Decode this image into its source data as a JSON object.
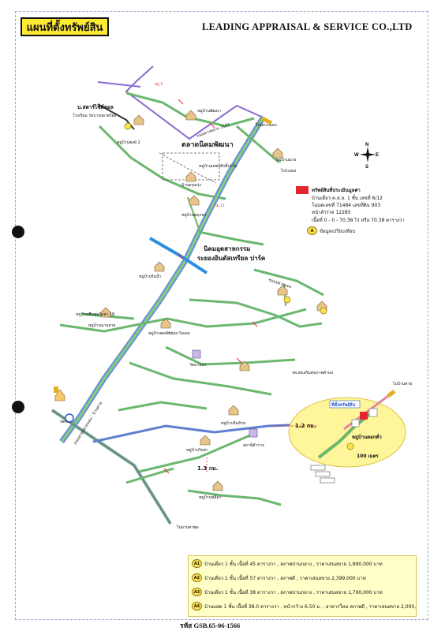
{
  "header": {
    "title_badge": "แผนที่ตั้งทรัพย์สิน",
    "company": "LEADING APPRAISAL & SERVICE CO.,LTD"
  },
  "legend": {
    "title": "ทรัพย์สินที่ประเมินมูลค่า",
    "line1": "บ้านเดี่ยว ค.ส.ล. 1 ชั้น เลขที่ 6/12",
    "line2": "โฉนดเลขที่ 71484  เลขที่ดิน 903",
    "line3": "หน้าสำรวจ 12285",
    "line4": "เนื้อที่ 0 - 0 - 70.38 ไร่ หรือ 70.38 ตารางวา",
    "comparable": "ข้อมูลเปรียบเทียบ",
    "colors": {
      "subject": "#e3262e",
      "badge": "#ffe14a"
    }
  },
  "compass": {
    "n": "N",
    "s": "S",
    "e": "E",
    "w": "W"
  },
  "labels": {
    "company_tl": "บ.สตาร์ไซต์ลอล",
    "factory": "โรงเรียน วัดบางปลาสร้อย",
    "market": "ตลาดนิคมพัฒนา",
    "industrial": "นิคมอุตสาหกรรม",
    "industrial2": "ระยองอินดัสเทรียล ปาร์ค",
    "village1": "หมู่บ้านพัฒนา",
    "village2": "หมู่บ้านพงษ์ 2",
    "village3": "หมู่บ้านชื่นชมวิลล่า 18",
    "village4": "หมู่บ้านนามสวย",
    "village5": "หมู่บ้านพงษ์พัฒนาวิลเลจ",
    "village6": "หมู่บ้านเพชรศักดิ์ปาร์ค",
    "village7": "บ้านอรุณรุ่ง",
    "village8": "หมู่บ้านพฤกษา",
    "village9": "หมู่บ้านริมน้ำ",
    "village10": "หมู่บ้านนาย",
    "village11": "หมู่บ้านริมห้วย",
    "village12": "หมู่บ้านวิลล่า",
    "village13": "หมู่บ้านชลิดา",
    "temple": "วัดมาบข่า",
    "school": "สถานีตำรวจ",
    "hospital": "รพ.ส่งเสริมสุขภาพตำบล",
    "subject_tag": "ที่ตั้งทรัพย์สิน",
    "village_near": "หมู่บ้านดอกคั่ว",
    "dist1": "1.2 กม.",
    "dist2": "1.3 กม.",
    "dist3": "100 เมตร",
    "road_soi": "ซอยปลวกแดง",
    "road_main": "ถนนสายปลวกแดง - บ้านค่าย",
    "road_h": "ถนนทางหลวง 3191",
    "to_a": "ไปปลวกแดง",
    "to_b": "ไประยอง",
    "to_c": "ไปบ้านค่าย",
    "to_d": "ไปมาบตาพุด",
    "ptt": "ปตท.",
    "pos_a": "หมู่ 5",
    "pos_b": "กม.11"
  },
  "prices": [
    {
      "code": "A1",
      "text": "บ้านเดี่ยว 1 ชั้น เนื้อที่ 45 ตารางวา , สภาพปานกลาง , ราคาเสนอขาย 1,890,000 บาท"
    },
    {
      "code": "A2",
      "text": "บ้านเดี่ยว 1 ชั้น เนื้อที่ 57 ตารางวา , สภาพดี , ราคาเสนอขาย 2,399,000 บาท"
    },
    {
      "code": "A3",
      "text": "บ้านเดี่ยว 1 ชั้น เนื้อที่ 38 ตารางวา , สภาพปานกลาง , ราคาเสนอขาย 1,790,000 บาท"
    },
    {
      "code": "A4",
      "text": "บ้านแฝด 1 ชั้น เนื้อที่ 38.0 ตารางวา , หน้ากว้าง 6.50 ม. , อาคารใหม่ สภาพดี , ราคาเสนอขาย 2,000,000 บาท"
    }
  ],
  "code_label": "รหัส GSB.65-06-1566"
}
